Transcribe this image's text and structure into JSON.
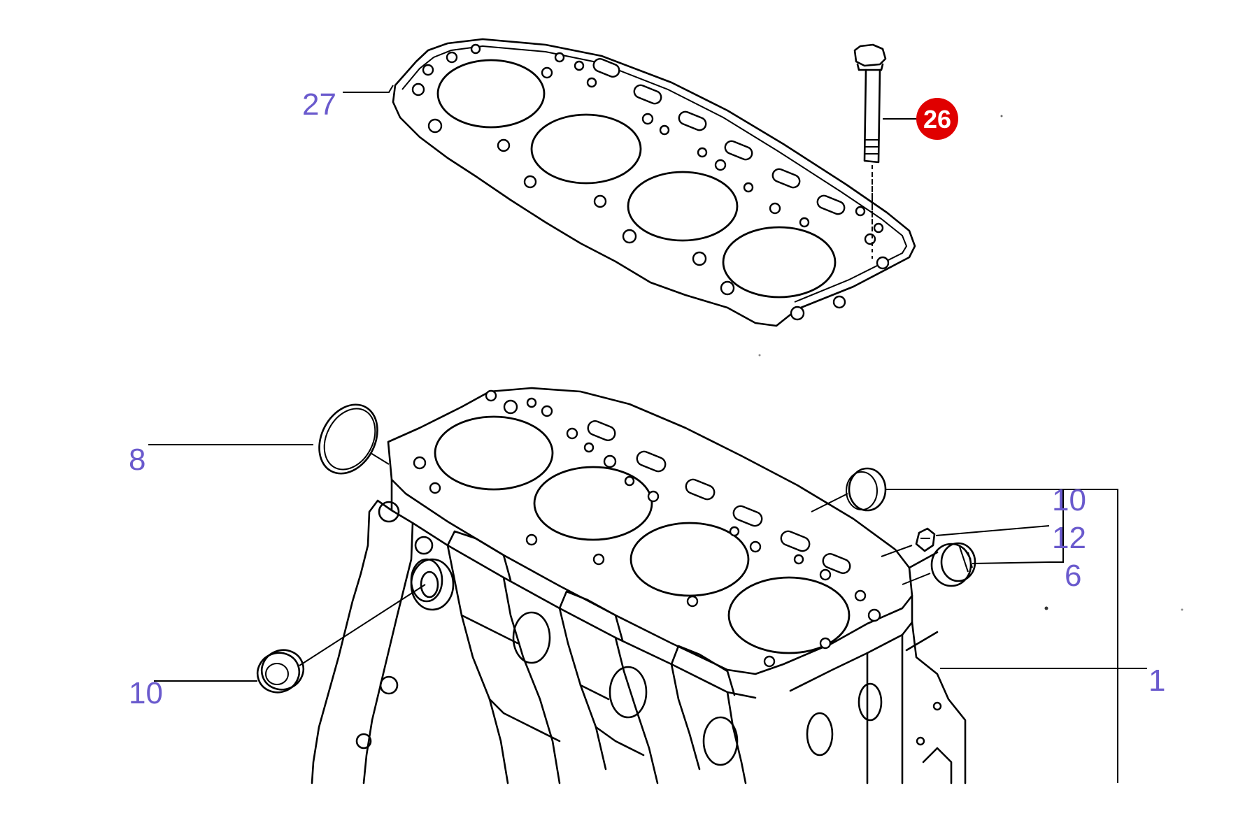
{
  "callouts": [
    {
      "id": "27",
      "label": "27",
      "color": "#6a5acd"
    },
    {
      "id": "26",
      "label": "26",
      "color": "#e00000",
      "highlighted": true
    },
    {
      "id": "8",
      "label": "8",
      "color": "#6a5acd"
    },
    {
      "id": "10a",
      "label": "10",
      "color": "#6a5acd"
    },
    {
      "id": "12",
      "label": "12",
      "color": "#6a5acd"
    },
    {
      "id": "6",
      "label": "6",
      "color": "#6a5acd"
    },
    {
      "id": "10b",
      "label": "10",
      "color": "#6a5acd"
    },
    {
      "id": "1",
      "label": "1",
      "color": "#6a5acd"
    }
  ]
}
